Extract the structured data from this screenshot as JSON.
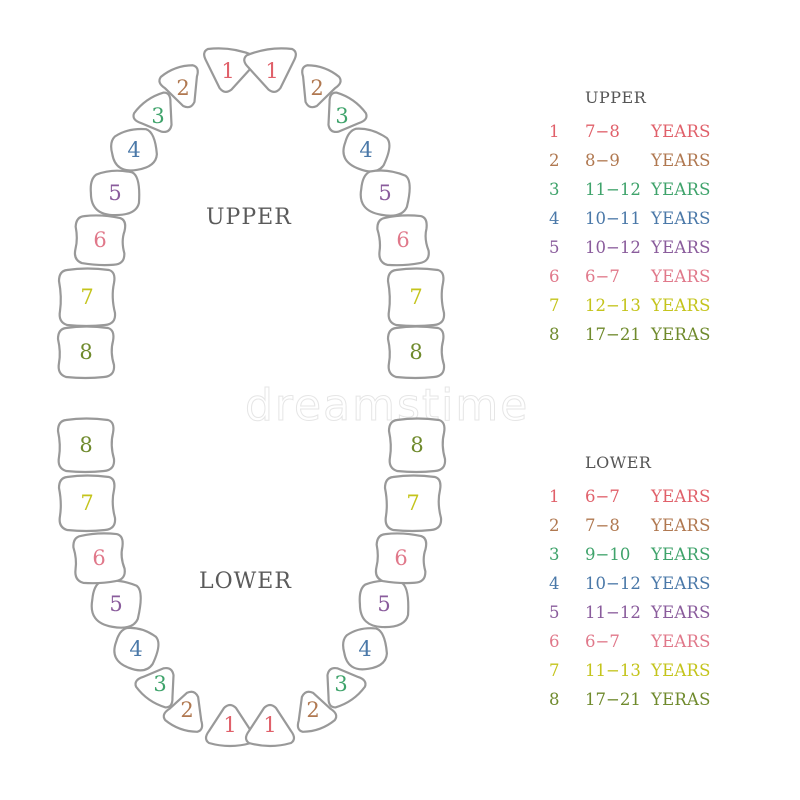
{
  "colors": {
    "outline": "#999999",
    "label": "#5a5a5a",
    "t1": "#e0606a",
    "t2": "#b07850",
    "t3": "#3fa36b",
    "t4": "#4a78a8",
    "t5": "#8a5c9c",
    "t6": "#e0788a",
    "t7": "#c4c41c",
    "t8": "#6f8a2c"
  },
  "diagram": {
    "upper_label": "UPPER",
    "lower_label": "LOWER",
    "watermark": "dreamstime",
    "upper_teeth": [
      {
        "num": "1",
        "side": "left"
      },
      {
        "num": "2",
        "side": "left"
      },
      {
        "num": "3",
        "side": "left"
      },
      {
        "num": "4",
        "side": "left"
      },
      {
        "num": "5",
        "side": "left"
      },
      {
        "num": "6",
        "side": "left"
      },
      {
        "num": "7",
        "side": "left"
      },
      {
        "num": "8",
        "side": "left"
      },
      {
        "num": "1",
        "side": "right"
      },
      {
        "num": "2",
        "side": "right"
      },
      {
        "num": "3",
        "side": "right"
      },
      {
        "num": "4",
        "side": "right"
      },
      {
        "num": "5",
        "side": "right"
      },
      {
        "num": "6",
        "side": "right"
      },
      {
        "num": "7",
        "side": "right"
      },
      {
        "num": "8",
        "side": "right"
      }
    ],
    "lower_teeth": [
      {
        "num": "1",
        "side": "left"
      },
      {
        "num": "2",
        "side": "left"
      },
      {
        "num": "3",
        "side": "left"
      },
      {
        "num": "4",
        "side": "left"
      },
      {
        "num": "5",
        "side": "left"
      },
      {
        "num": "6",
        "side": "left"
      },
      {
        "num": "7",
        "side": "left"
      },
      {
        "num": "8",
        "side": "left"
      },
      {
        "num": "1",
        "side": "right"
      },
      {
        "num": "2",
        "side": "right"
      },
      {
        "num": "3",
        "side": "right"
      },
      {
        "num": "4",
        "side": "right"
      },
      {
        "num": "5",
        "side": "right"
      },
      {
        "num": "6",
        "side": "right"
      },
      {
        "num": "7",
        "side": "right"
      },
      {
        "num": "8",
        "side": "right"
      }
    ]
  },
  "legend": {
    "upper": {
      "title": "UPPER",
      "rows": [
        {
          "num": "1",
          "range": "7-8",
          "unit": "YEARS"
        },
        {
          "num": "2",
          "range": "8-9",
          "unit": "YEARS"
        },
        {
          "num": "3",
          "range": "11-12",
          "unit": "YEARS"
        },
        {
          "num": "4",
          "range": "10-11",
          "unit": "YEARS"
        },
        {
          "num": "5",
          "range": "10-12",
          "unit": "YEARS"
        },
        {
          "num": "6",
          "range": "6-7",
          "unit": "YEARS"
        },
        {
          "num": "7",
          "range": "12-13",
          "unit": "YEARS"
        },
        {
          "num": "8",
          "range": "17-21",
          "unit": "YERAS"
        }
      ]
    },
    "lower": {
      "title": "LOWER",
      "rows": [
        {
          "num": "1",
          "range": "6-7",
          "unit": "YEARS"
        },
        {
          "num": "2",
          "range": "7-8",
          "unit": "YEARS"
        },
        {
          "num": "3",
          "range": "9-10",
          "unit": "YEARS"
        },
        {
          "num": "4",
          "range": "10-12",
          "unit": "YEARS"
        },
        {
          "num": "5",
          "range": "11-12",
          "unit": "YEARS"
        },
        {
          "num": "6",
          "range": "6-7",
          "unit": "YEARS"
        },
        {
          "num": "7",
          "range": "11-13",
          "unit": "YEARS"
        },
        {
          "num": "8",
          "range": "17-21",
          "unit": "YERAS"
        }
      ]
    }
  }
}
